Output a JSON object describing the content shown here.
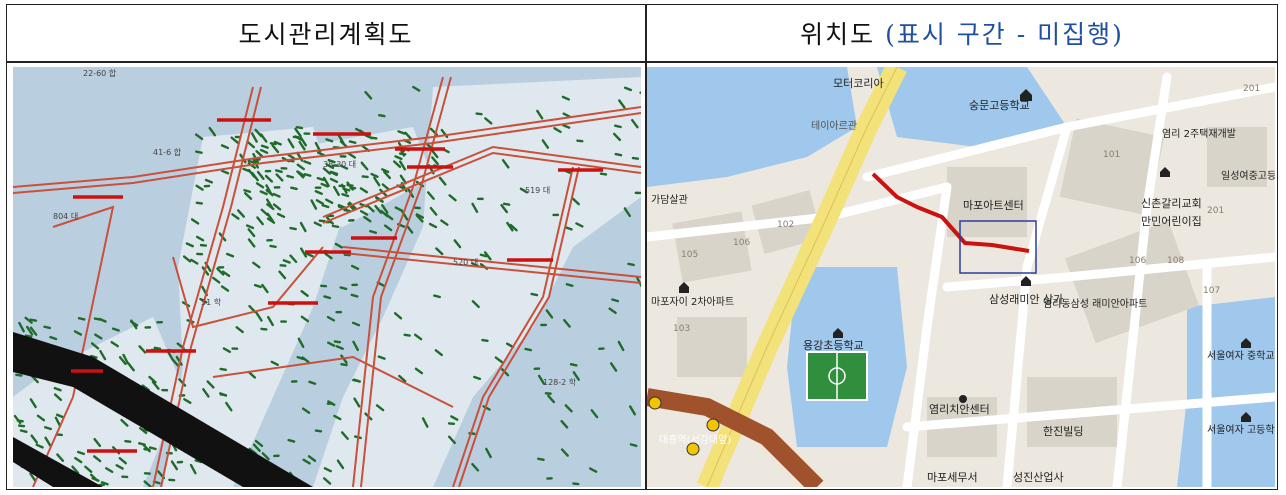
{
  "left_panel": {
    "title": "도시관리계획도",
    "labels": [
      "22-60 합",
      "41-6 합",
      "38-30 대",
      "519 대",
      "804 대",
      "520 대",
      "51 학",
      "128-2 학"
    ]
  },
  "right_panel": {
    "title_main": "위치도",
    "title_paren": "(표시 구간 - 미집행)",
    "places": [
      "모터코리아",
      "숭문고등학교",
      "테이아르관",
      "염리 2주택재개발",
      "일성여중고등",
      "가담살관",
      "마포아트센터",
      "신촌갈리교회",
      "만민어린이집",
      "마포자이 2차아파트",
      "삼성래미안 상가",
      "염리동삼성 래미안아파트",
      "용강초등학교",
      "서울여자 중학교",
      "염리치안센터",
      "한진빌딩",
      "서울여자 고등학교",
      "마포세무서",
      "성진산업사",
      "대흥역(서강대앞)"
    ],
    "numbers": [
      "105",
      "106",
      "102",
      "103",
      "101",
      "201",
      "108",
      "107",
      "106",
      "201"
    ],
    "colors": {
      "road": "#f3e27a",
      "water": "#9fc8ec",
      "route": "#cc1111",
      "box": "#2a3f9e"
    }
  },
  "left_colors": {
    "bg": "#b9cfe0",
    "vegetation": "#1e6b2a",
    "road": "#c9503a",
    "marker": "#cc1111",
    "rail": "#111111"
  }
}
